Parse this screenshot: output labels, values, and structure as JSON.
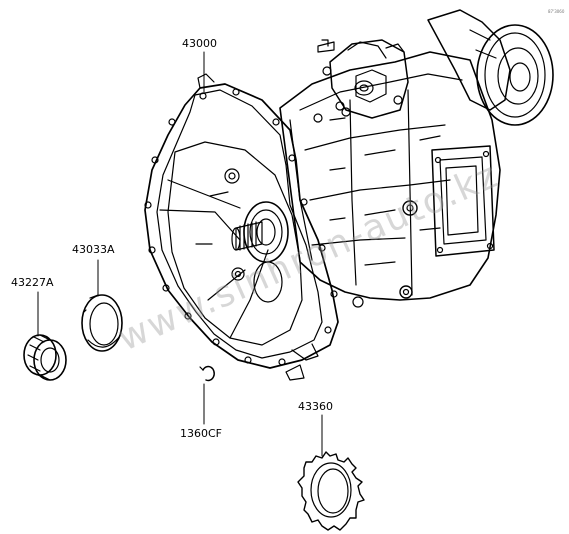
{
  "diagram": {
    "part_labels": {
      "transmission": "43000",
      "seal": "43033A",
      "bearing": "43227A",
      "snap_ring": "1360CF",
      "gear_ring": "43360"
    },
    "corner_mark": "87'3060",
    "watermark": "www.sinhron-auto.kz",
    "colors": {
      "line": "#000000",
      "background": "#ffffff",
      "watermark": "#969696"
    }
  }
}
